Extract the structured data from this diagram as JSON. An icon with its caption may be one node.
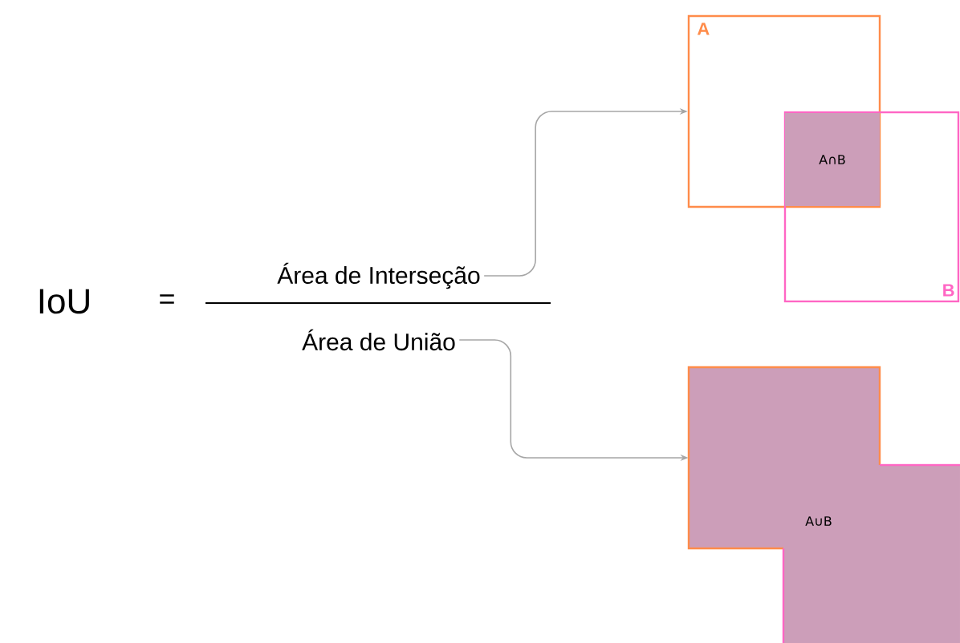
{
  "diagram": {
    "nodes": [
      {
        "text": [
          "Área de Interseção"
        ]
      },
      {
        "text": [
          "Área de União"
        ]
      },
      {
        "text": [
          "A"
        ]
      },
      {
        "text": [
          "B"
        ]
      },
      {
        "text": [
          "A∩B"
        ]
      },
      {
        "text": [
          "A∪B"
        ]
      }
    ],
    "edges": [
      {
        "from": 0,
        "to": 2,
        "arrow": "to"
      },
      {
        "from": 1,
        "to": 5,
        "arrow": "to"
      }
    ],
    "labels": [
      "IoU",
      "="
    ]
  }
}
